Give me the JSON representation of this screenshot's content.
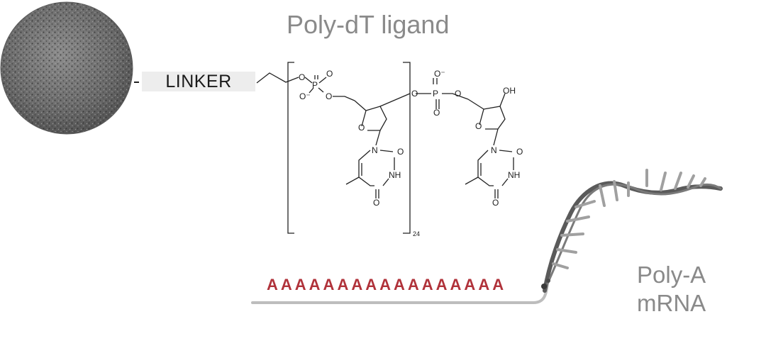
{
  "title": "Poly-dT ligand",
  "linker": "LINKER",
  "polyA_sequence": "AAAAAAAAAAAAAAAAA",
  "mrna_label_line1": "Poly-A",
  "mrna_label_line2": "mRNA",
  "repeat_count": "24",
  "atoms": {
    "o": "O",
    "o_minus": "O⁻",
    "p": "P",
    "n": "N",
    "nh": "NH",
    "oh": "OH"
  },
  "colors": {
    "title": "#8a8a8a",
    "linker_bg": "#ededed",
    "polyA": "#b0323a",
    "strand": "#bdbdbd",
    "bead": "#6e6e6e"
  }
}
